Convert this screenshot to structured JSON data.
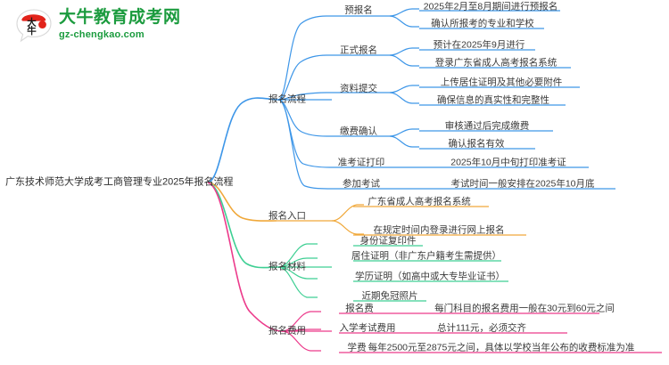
{
  "logo": {
    "brand_name": "大牛教育成考网",
    "domain": "gz-chengkao.com",
    "mark_text": "大牛",
    "brand_color": "#1b9b3e",
    "mark_accent_color": "#e2231a"
  },
  "mindmap": {
    "center": {
      "label": "广东技术师范大学成考工商管理专业2025年报名流程"
    },
    "branches": [
      {
        "label": "报名流程",
        "color": "#3d96e8",
        "children": [
          {
            "label": "预报名",
            "leaves": [
              "2025年2月至8月期间进行预报名",
              "确认所报考的专业和学校"
            ]
          },
          {
            "label": "正式报名",
            "leaves": [
              "预计在2025年9月进行",
              "登录广东省成人高考报名系统"
            ]
          },
          {
            "label": "资料提交",
            "leaves": [
              "上传居住证明及其他必要附件",
              "确保信息的真实性和完整性"
            ]
          },
          {
            "label": "缴费确认",
            "leaves": [
              "审核通过后完成缴费",
              "确认报名有效"
            ]
          },
          {
            "label": "准考证打印",
            "leaves": [
              "2025年10月中旬打印准考证"
            ]
          },
          {
            "label": "参加考试",
            "leaves": [
              "考试时间一般安排在2025年10月底"
            ]
          }
        ]
      },
      {
        "label": "报名入口",
        "color": "#f0a83a",
        "children": [
          {
            "label": "广东省成人高考报名系统",
            "leaves": []
          },
          {
            "label": "在规定时间内登录进行网上报名",
            "leaves": []
          }
        ]
      },
      {
        "label": "报名材料",
        "color": "#3ecf93",
        "children": [
          {
            "label": "身份证复印件",
            "leaves": []
          },
          {
            "label": "居住证明（非广东户籍考生需提供）",
            "leaves": []
          },
          {
            "label": "学历证明（如高中或大专毕业证书）",
            "leaves": []
          },
          {
            "label": "近期免冠照片",
            "leaves": []
          }
        ]
      },
      {
        "label": "报名费用",
        "color": "#ec3a8b",
        "children": [
          {
            "label": "报名费",
            "leaves": [
              "每门科目的报名费用一般在30元到60元之间"
            ]
          },
          {
            "label": "入学考试费用",
            "leaves": [
              "总计111元，必须交齐"
            ]
          },
          {
            "label": "学费",
            "leaves": [
              "每年2500元至2875元之间，具体以学校当年公布的收费标准为准"
            ]
          }
        ]
      }
    ]
  }
}
